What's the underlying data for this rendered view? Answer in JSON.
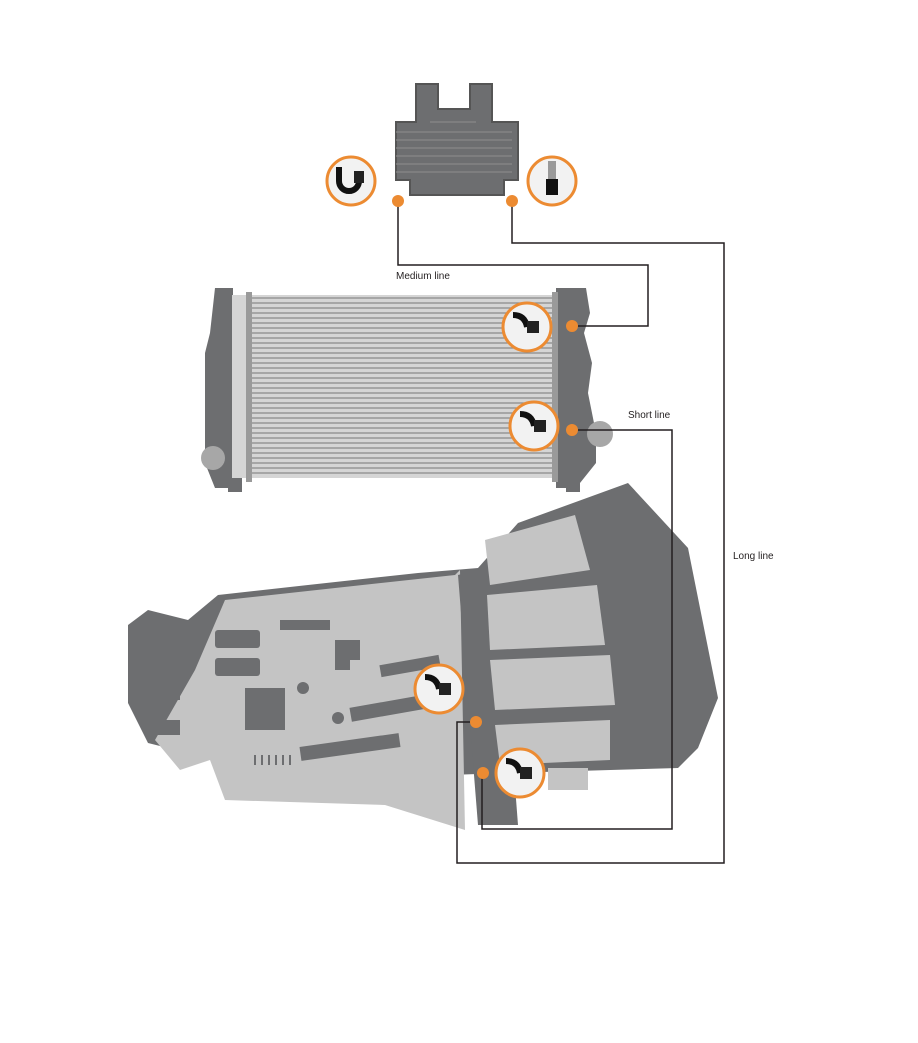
{
  "labels": {
    "medium_line": "Medium line",
    "short_line": "Short line",
    "long_line": "Long line"
  },
  "colors": {
    "accent_orange": "#ec8b32",
    "dark_gray": "#6d6e70",
    "light_gray": "#c4c4c4",
    "line": "#231f20"
  },
  "components": [
    "transmission-cooler",
    "radiator",
    "transmission"
  ]
}
